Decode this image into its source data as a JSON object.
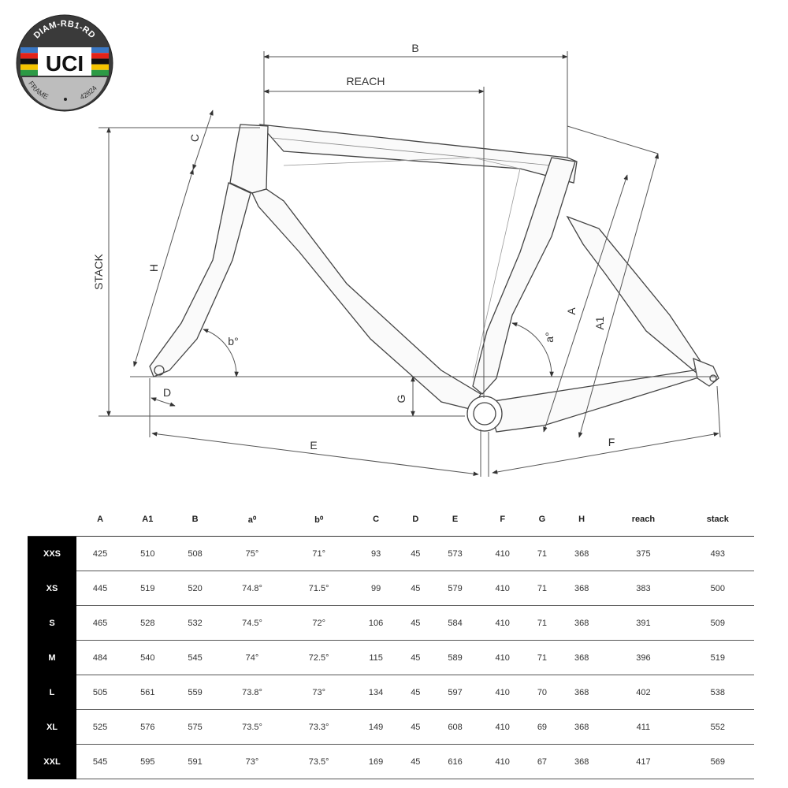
{
  "badge": {
    "model": "DIAM-RB1-RD",
    "logo": "UCI",
    "frame_label": "FRAME",
    "frame_number": "42824",
    "rainbow_colors": [
      "#3b78c4",
      "#e2231a",
      "#111111",
      "#f5c400",
      "#2c9a45"
    ]
  },
  "dimensions": {
    "b": "B",
    "reach": "REACH",
    "stack": "STACK",
    "c": "C",
    "h": "H",
    "b_angle": "b°",
    "d": "D",
    "g": "G",
    "e": "E",
    "a": "A",
    "a1": "A1",
    "a_angle": "a°",
    "f": "F"
  },
  "table": {
    "headers": [
      "A",
      "A1",
      "B",
      "a⁰",
      "b⁰",
      "C",
      "D",
      "E",
      "F",
      "G",
      "H",
      "reach",
      "stack"
    ],
    "rows": [
      {
        "size": "XXS",
        "values": [
          "425",
          "510",
          "508",
          "75°",
          "71°",
          "93",
          "45",
          "573",
          "410",
          "71",
          "368",
          "375",
          "493"
        ]
      },
      {
        "size": "XS",
        "values": [
          "445",
          "519",
          "520",
          "74.8°",
          "71.5°",
          "99",
          "45",
          "579",
          "410",
          "71",
          "368",
          "383",
          "500"
        ]
      },
      {
        "size": "S",
        "values": [
          "465",
          "528",
          "532",
          "74.5°",
          "72°",
          "106",
          "45",
          "584",
          "410",
          "71",
          "368",
          "391",
          "509"
        ]
      },
      {
        "size": "M",
        "values": [
          "484",
          "540",
          "545",
          "74°",
          "72.5°",
          "115",
          "45",
          "589",
          "410",
          "71",
          "368",
          "396",
          "519"
        ]
      },
      {
        "size": "L",
        "values": [
          "505",
          "561",
          "559",
          "73.8°",
          "73°",
          "134",
          "45",
          "597",
          "410",
          "70",
          "368",
          "402",
          "538"
        ]
      },
      {
        "size": "XL",
        "values": [
          "525",
          "576",
          "575",
          "73.5°",
          "73.3°",
          "149",
          "45",
          "608",
          "410",
          "69",
          "368",
          "411",
          "552"
        ]
      },
      {
        "size": "XXL",
        "values": [
          "545",
          "595",
          "591",
          "73°",
          "73.5°",
          "169",
          "45",
          "616",
          "410",
          "67",
          "368",
          "417",
          "569"
        ]
      }
    ]
  }
}
